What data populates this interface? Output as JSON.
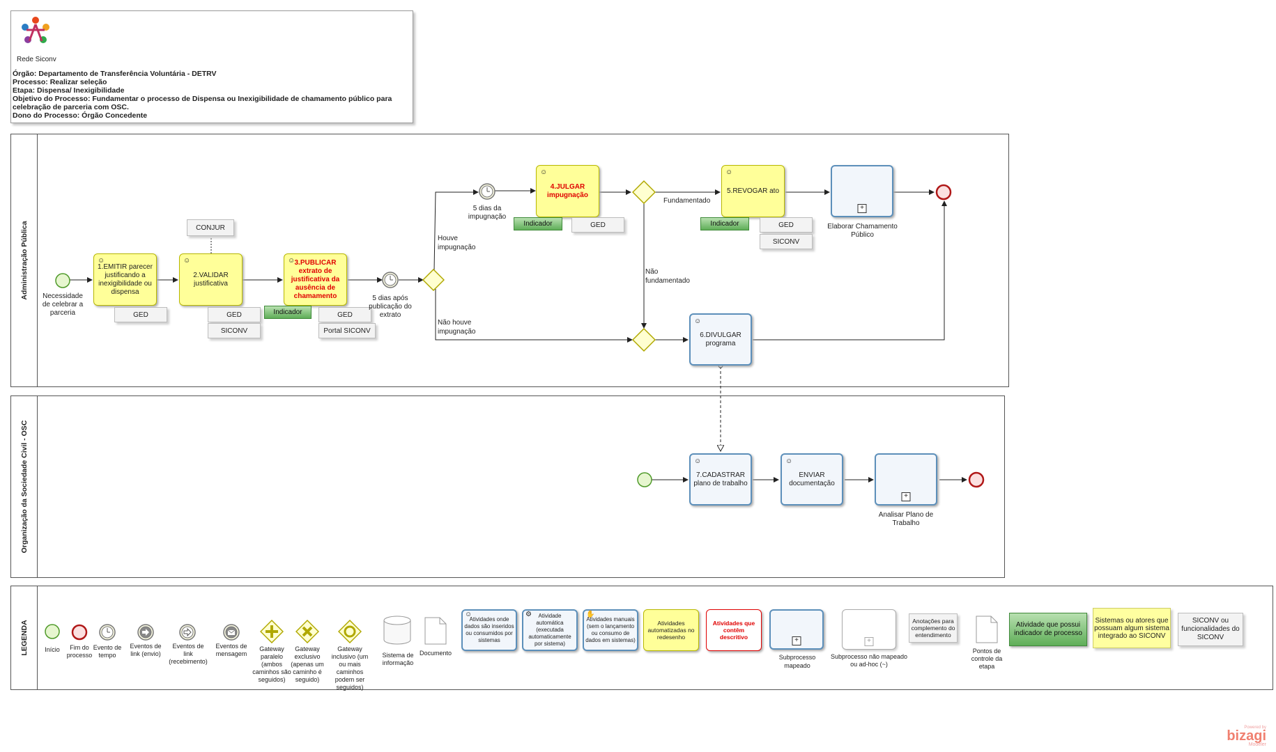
{
  "header": {
    "logo_text": "Rede Siconv",
    "lines": [
      "Órgão: Departamento de Transferência Voluntária - DETRV",
      "Processo: Realizar seleção",
      "Etapa: Dispensa/ Inexigibilidade",
      "Objetivo do Processo: Fundamentar o processo de Dispensa ou Inexigibilidade de chamamento público para celebração de parceria com OSC.",
      "Dono do Processo: Órgão Concedente"
    ]
  },
  "lanes": {
    "admin": "Administração Pública",
    "osc": "Organização da Sociedade Civil - OSC",
    "legend": "LEGENDA"
  },
  "admin": {
    "start_label": "Necessidade de celebrar a parceria",
    "t1": "1.EMITIR parecer justificando a inexigibilidade ou dispensa",
    "t2": "2.VALIDAR justificativa",
    "t3": "3.PUBLICAR extrato de justificativa da ausência de chamamento",
    "t4": "4.JULGAR impugnação",
    "t5": "5.REVOGAR ato",
    "t6": "6.DIVULGAR programa",
    "sub": "Elaborar Chamamento Público",
    "timer1": "5 dias após publicação do extrato",
    "timer2": "5 dias da impugnação",
    "houve": "Houve impugnação",
    "nao_houve": "Não houve impugnação",
    "fundamentado": "Fundamentado",
    "nao_fundamentado": "Não fundamentado",
    "conjur": "CONJUR",
    "ged": "GED",
    "siconv": "SICONV",
    "portal": "Portal SICONV",
    "indicador": "Indicador"
  },
  "osc": {
    "t7": "7.CADASTRAR plano de trabalho",
    "enviar": "ENVIAR documentação",
    "sub": "Analisar Plano de Trabalho"
  },
  "legend": {
    "inicio": "Início",
    "fim": "Fim do processo",
    "tempo": "Evento de tempo",
    "link_envio": "Eventos de link (envio)",
    "link_receb": "Eventos de link (recebimento)",
    "mensagem": "Eventos de mensagem",
    "gw_paralelo": "Gateway paralelo (ambos caminhos são seguidos)",
    "gw_exclusivo": "Gateway exclusivo (apenas um caminho é seguido)",
    "gw_inclusivo": "Gateway inclusivo (um ou mais caminhos podem ser seguidos)",
    "sistema": "Sistema de informação",
    "documento": "Documento",
    "ativ_dados": "Atividades onde dados são inseridos ou consumidos por sistemas",
    "ativ_auto": "Atividade automática (executada automaticamente por sistema)",
    "ativ_manual": "Atividades manuais (sem o lançamento ou consumo de dados em sistemas)",
    "ativ_redesenho": "Atividades automatizadas no redesenho",
    "ativ_descritivo": "Atividades que contêm descritivo",
    "sub_mapeado": "Subprocesso mapeado",
    "sub_nao": "Subprocesso não mapeado ou ad-hoc (~)",
    "anotacoes": "Anotações para complemento do entendimento",
    "pontos": "Pontos de controle da etapa",
    "indicador": "Atividade que possui indicador de processo",
    "sistemas_atores": "Sistemas ou atores que possuam algum sistema integrado ao SICONV",
    "siconv_func": "SICONV ou funcionalidades do SICONV"
  },
  "footer": {
    "powered": "Powered by",
    "brand": "bizagi",
    "modeler": "Modeler"
  },
  "colors": {
    "yellow": "#ffff99",
    "blue_border": "#5c8fba",
    "green": "#5fae58",
    "red": "#e00000"
  }
}
